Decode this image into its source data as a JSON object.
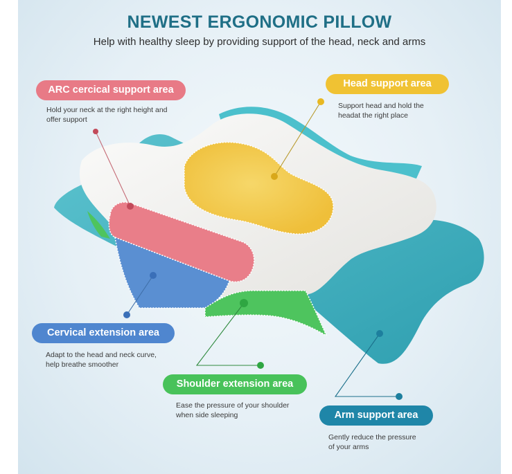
{
  "header": {
    "title": "NEWEST ERGONOMIC PILLOW",
    "subtitle": "Help with healthy sleep by providing support of the head, neck and arms"
  },
  "colors": {
    "arc": "#e87a86",
    "head": "#f0c233",
    "cervical": "#4f86cf",
    "shoulder": "#48c25a",
    "arm": "#1f86a8",
    "title": "#1f6f86"
  },
  "callouts": {
    "arc": {
      "label": "ARC cercical support area",
      "desc": [
        "Hold your neck at the right height and",
        "offer support"
      ]
    },
    "head": {
      "label": "Head support area",
      "desc": [
        "Support head and hold the",
        "headat the right place"
      ]
    },
    "cervical": {
      "label": "Cervical extension area",
      "desc": [
        "Adapt to the head and neck curve,",
        "help breathe smoother"
      ]
    },
    "shoulder": {
      "label": "Shoulder extension area",
      "desc": [
        "Ease the pressure of your shoulder",
        "when side sleeping"
      ]
    },
    "arm": {
      "label": "Arm support area",
      "desc": [
        "Gently reduce the pressure",
        "of your arms"
      ]
    }
  }
}
